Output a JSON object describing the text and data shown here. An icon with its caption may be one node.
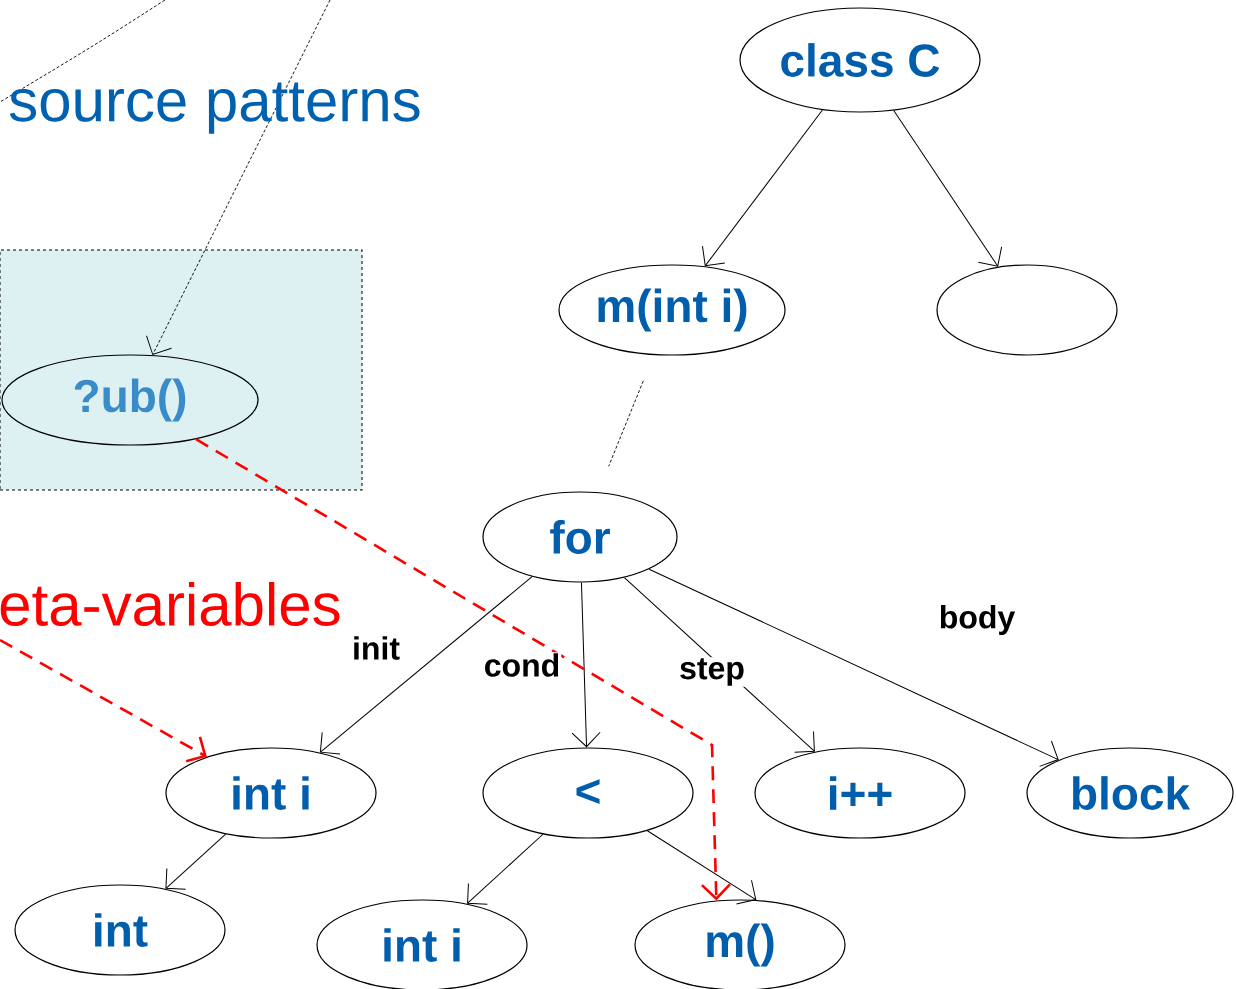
{
  "diagram": {
    "nodes": [
      {
        "text": [
          "class C"
        ]
      },
      {
        "text": [
          "m(int i)"
        ]
      },
      {
        "text": [],
        "shape": "ellipse"
      },
      {
        "text": [],
        "shape": "box"
      },
      {
        "text": [
          "?ub()"
        ],
        "in": 3
      },
      {
        "text": [
          "for"
        ]
      },
      {
        "text": [
          "int i"
        ]
      },
      {
        "text": [
          "<"
        ]
      },
      {
        "text": [
          "i++"
        ]
      },
      {
        "text": [
          "block"
        ]
      },
      {
        "text": [
          "int"
        ]
      },
      {
        "text": [
          "int i"
        ]
      },
      {
        "text": [
          "m()"
        ]
      }
    ],
    "edges": [
      {
        "from": 0,
        "to": 1,
        "arrow": "to"
      },
      {
        "from": 0,
        "to": 2,
        "arrow": "to"
      },
      {
        "from": 1,
        "to": 5,
        "arrow": "none",
        "style": "dashed"
      },
      {
        "from": 5,
        "to": 6,
        "arrow": "to",
        "label": "init"
      },
      {
        "from": 5,
        "to": 7,
        "arrow": "to",
        "label": "cond"
      },
      {
        "from": 5,
        "to": 8,
        "arrow": "to",
        "label": "step"
      },
      {
        "from": 5,
        "to": 9,
        "arrow": "to",
        "label": "body"
      },
      {
        "from": 6,
        "to": 10,
        "arrow": "to"
      },
      {
        "from": 7,
        "to": 11,
        "arrow": "to"
      },
      {
        "from": 7,
        "to": 12,
        "arrow": "to"
      },
      {
        "from": null,
        "to": 4,
        "arrow": "to",
        "style": "dashed"
      },
      {
        "from": null,
        "to": 6,
        "arrow": "to",
        "style": "dashed",
        "color": "#ff0000"
      },
      {
        "from": 4,
        "to": 12,
        "arrow": "to",
        "style": "dashed",
        "color": "#ff0000"
      }
    ],
    "labels": [
      "source patterns",
      "eta-variables"
    ]
  }
}
